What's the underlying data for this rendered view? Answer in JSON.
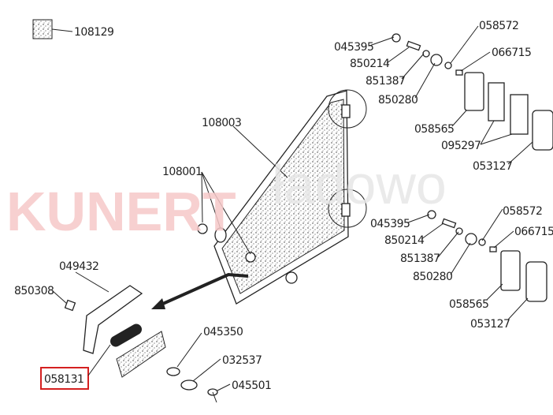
{
  "watermark": {
    "brand": "KUNERT",
    "suffix": "ładowo",
    "brand_color": "#f6c8c8"
  },
  "highlight_color": "#d42020",
  "labels": {
    "l108129": "108129",
    "l108003": "108003",
    "l108001": "108001",
    "t045395": "045395",
    "t850214": "850214",
    "t851387": "851387",
    "t850280": "850280",
    "t058572": "058572",
    "t066715": "066715",
    "t058565": "058565",
    "t095297": "095297",
    "t053127": "053127",
    "b045395": "045395",
    "b850214": "850214",
    "b851387": "851387",
    "b850280": "850280",
    "b058572": "058572",
    "b066715": "066715",
    "b058565": "058565",
    "b053127": "053127",
    "l049432": "049432",
    "l850308": "850308",
    "l058131": "058131",
    "l045350": "045350",
    "l032537": "032537",
    "l045501": "045501"
  }
}
